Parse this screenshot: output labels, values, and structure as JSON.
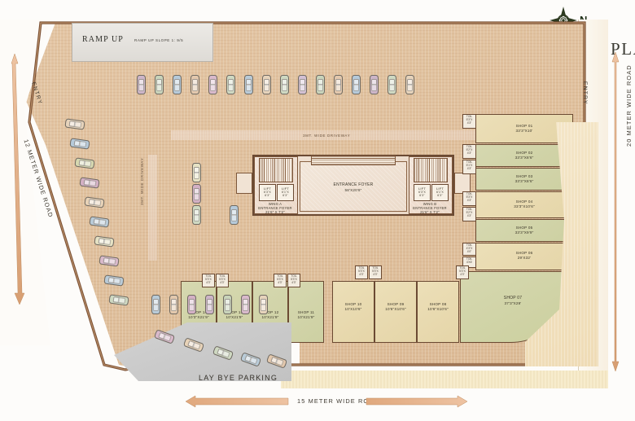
{
  "header": {
    "title": "GROUND FLOOR PLAN",
    "north_label": "N",
    "compass_icon": "compass-rose-icon"
  },
  "site": {
    "roads": [
      {
        "name": "left-road",
        "label": "12 METER WIDE ROAD"
      },
      {
        "name": "right-road",
        "label": "20 METER WIDE ROAD"
      },
      {
        "name": "bottom-road",
        "label": "15 METER WIDE ROAD"
      }
    ],
    "entries": [
      {
        "name": "entry-left",
        "label": "ENTRY"
      },
      {
        "name": "entry-right",
        "label": "ENTRY"
      }
    ],
    "lay_bye_parking": "LAY BYE PARKING"
  },
  "ramp": {
    "title": "RAMP UP",
    "slope": "RAMP UP SLOPE 1: 9/5"
  },
  "driveways": [
    {
      "name": "driveway-horizontal",
      "label": "3MT. WIDE DRIVEWAY"
    },
    {
      "name": "driveway-vertical",
      "label": "3MT. WIDE DRIVEWAY"
    }
  ],
  "foyer": {
    "main": {
      "title": "ENTRANCE FOYER",
      "size": "58'X20'6\""
    },
    "wings": [
      {
        "name": "wing-a",
        "title": "WING A",
        "subtitle": "ENTRANCE FOYER",
        "size": "21'6\" X 7'2\""
      },
      {
        "name": "wing-b",
        "title": "WING B",
        "subtitle": "ENTRANCE FOYER",
        "size": "21'6\" X 7'2\""
      }
    ],
    "lifts": [
      {
        "name": "lift-a1",
        "label": "LIFT",
        "size": "6'3\"X\n6'3\""
      },
      {
        "name": "lift-a2",
        "label": "LIFT",
        "size": "6'1\"X\n6'3\""
      },
      {
        "name": "lift-b1",
        "label": "LIFT",
        "size": "6'3\"X\n6'3\""
      },
      {
        "name": "lift-b2",
        "label": "LIFT",
        "size": "6'1\"X\n6'3\""
      }
    ]
  },
  "shops": [
    {
      "id": "SHOP 01",
      "size": "33'3\"X10'",
      "group": "right"
    },
    {
      "id": "SHOP 02",
      "size": "33'3\"X8'6\"",
      "group": "right"
    },
    {
      "id": "SHOP 03",
      "size": "33'3\"X8'6\"",
      "group": "right"
    },
    {
      "id": "SHOP 04",
      "size": "33'3\"X10'6\"",
      "group": "right"
    },
    {
      "id": "SHOP 05",
      "size": "33'3\"X9'9\"",
      "group": "right"
    },
    {
      "id": "SHOP 06",
      "size": "29'X32'",
      "group": "right"
    },
    {
      "id": "SHOP 07",
      "size": "37'3\"X29'",
      "group": "corner"
    },
    {
      "id": "SHOP 08",
      "size": "10'6\"X10'6\"",
      "group": "bottom"
    },
    {
      "id": "SHOP 09",
      "size": "10'6\"X10'6\"",
      "group": "bottom"
    },
    {
      "id": "SHOP 10",
      "size": "10'X10'6\"",
      "group": "bottom"
    },
    {
      "id": "SHOP 11",
      "size": "10'X21'9\"",
      "group": "bottom"
    },
    {
      "id": "SHOP 12",
      "size": "10'X21'9\"",
      "group": "bottom"
    },
    {
      "id": "SHOP 13",
      "size": "10'X21'9\"",
      "group": "bottom"
    },
    {
      "id": "SHOP 14",
      "size": "10'3\"X21'9\"",
      "group": "bottom"
    }
  ],
  "toilets": [
    {
      "name": "toilet-01",
      "label": "TOIL",
      "size": "5'3\"X\n4'3\""
    },
    {
      "name": "toilet-02",
      "label": "TOIL",
      "size": "5'2\"X\n4'3\""
    },
    {
      "name": "toilet-03",
      "label": "TOIL",
      "size": "5'1\"X\n4'3\""
    },
    {
      "name": "toilet-04",
      "label": "TOIL",
      "size": "5'3\"X\n4'3\""
    },
    {
      "name": "toilet-05",
      "label": "TOIL",
      "size": "5'2\"X\n4'3\""
    },
    {
      "name": "toilet-06",
      "label": "TOIL",
      "size": "4'3\"X\n4'0\""
    },
    {
      "name": "toilet-07",
      "label": "TOIL",
      "size": "4'X6'"
    },
    {
      "name": "toilet-08",
      "label": "TOIL",
      "size": "5'3\"X\n4'3\""
    },
    {
      "name": "toilet-09",
      "label": "TOIL",
      "size": "5'3\"X\n4'3\""
    },
    {
      "name": "toilet-10",
      "label": "TOIL",
      "size": "5'3\"X\n4'3\""
    },
    {
      "name": "toilet-11",
      "label": "TOIL",
      "size": "5'3\"X\n4'3\""
    },
    {
      "name": "toilet-12",
      "label": "TOIL",
      "size": "5'3\"X\n4'3\""
    },
    {
      "name": "toilet-13",
      "label": "TOIL",
      "size": "5'3\"X\n4'3\""
    },
    {
      "name": "toilet-14",
      "label": "TOIL",
      "size": "5'3\"X\n4'3\""
    }
  ],
  "colors": {
    "podium": "#dfc09d",
    "shop_green": "#cfd2a4",
    "shop_cream": "#e7d6ab",
    "wall": "#6b4a33",
    "road": "#f6ecd8",
    "laybye": "#c9c9c9",
    "title_text": "#3b3b33"
  },
  "cars": {
    "palette": [
      "#cdb5c8",
      "#c9d4bb",
      "#b6cada",
      "#e3c8ad",
      "#d9b9cb",
      "#cfd9c2",
      "#b9cbd8",
      "#e6d3bb",
      "#d3c0d3",
      "#c6d3c3"
    ],
    "rows": {
      "top_row_count": 16,
      "left_column_count": 10,
      "bottom_row_count": 7,
      "laybye_count": 5,
      "mid_column_count": 3
    }
  }
}
